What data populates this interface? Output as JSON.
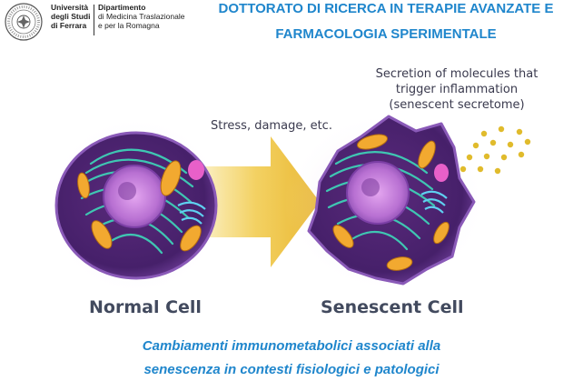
{
  "logo": {
    "seal_text": "UNIVERSITAS STUDIORUM FERRARIENSIS",
    "uni_line1": "Università",
    "uni_line2": "degli Studi",
    "uni_line3": "di Ferrara",
    "dept_line1": "Dipartimento",
    "dept_line2": "di Medicina Traslazionale",
    "dept_line3": "e per la Romagna"
  },
  "header": {
    "title_line1": "DOTTORATO DI RICERCA IN TERAPIE AVANZATE E",
    "title_line2": "FARMACOLOGIA SPERIMENTALE",
    "color": "#1f86cc"
  },
  "diagram": {
    "secretion_line1": "Secretion of molecules that",
    "secretion_line2": "trigger inflammation",
    "secretion_line3": "(senescent secretome)",
    "arrow_label": "Stress, damage, etc.",
    "normal_label": "Normal Cell",
    "senescent_label": "Senescent Cell",
    "colors": {
      "cell_body": "#4a1e6a",
      "cell_rim": "#7a48a8",
      "nucleus": "#c07ad8",
      "er": "#3fc6b2",
      "mitochondria": "#f2a930",
      "vesicle": "#e860c9",
      "golgi": "#5fd0f0",
      "secretome": "#e0bb2c",
      "arrow": "#f0c640"
    }
  },
  "caption": {
    "line1": "Cambiamenti immunometabolici associati alla",
    "line2": "senescenza in contesti fisiologici e patologici"
  }
}
